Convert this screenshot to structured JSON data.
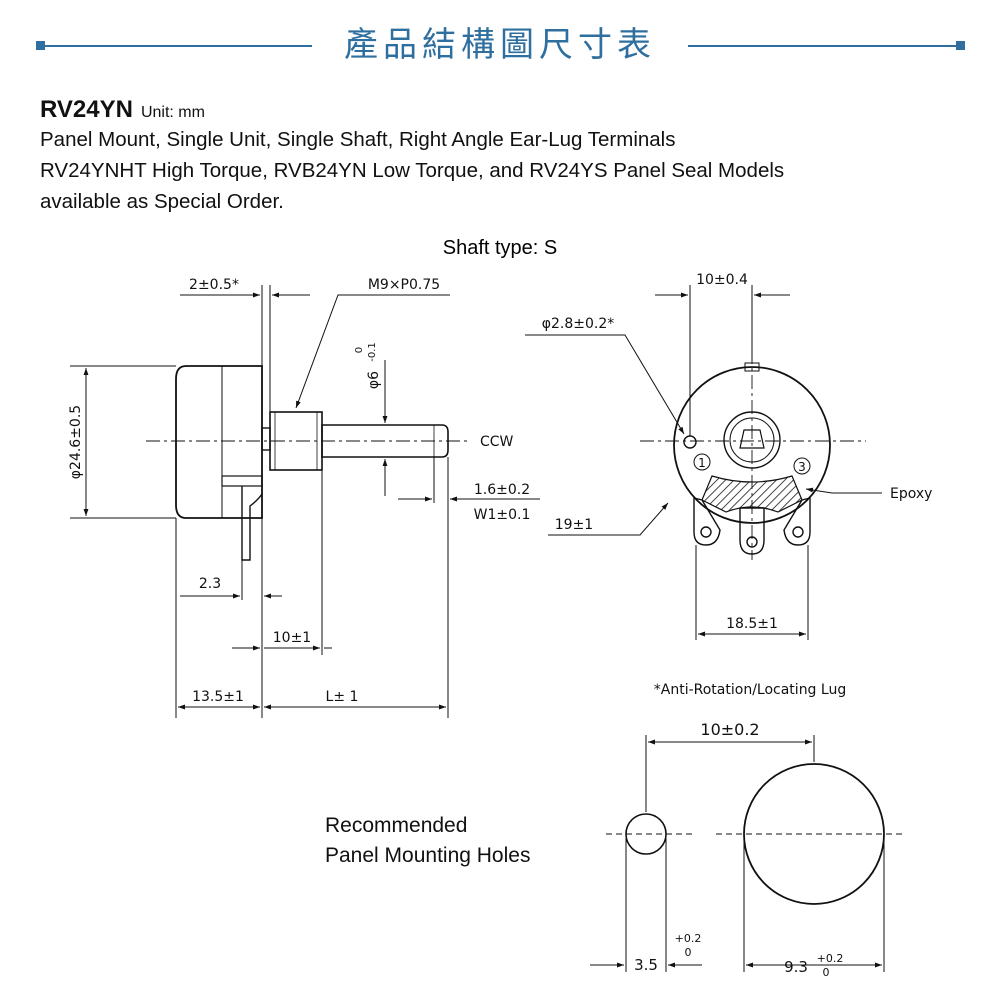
{
  "header": {
    "title": "產品結構圖尺寸表",
    "accent": "#2f6f9f"
  },
  "intro": {
    "model": "RV24YN",
    "unit": "Unit: mm",
    "line1": "Panel Mount, Single Unit, Single Shaft, Right Angle Ear-Lug Terminals",
    "line2": "RV24YNHT High Torque, RVB24YN Low Torque, and RV24YS Panel Seal Models",
    "line3": "available as Special Order."
  },
  "side_view": {
    "shaft_type": "Shaft type: S",
    "dim_lug": "2±0.5*",
    "dim_thread": "M9×P0.75",
    "dim_body_dia": "φ24.6±0.5",
    "dim_shaft_dia": "φ6",
    "dim_shaft_tol_upper": "0",
    "dim_shaft_tol_lower": "-0.1",
    "ccw": "CCW",
    "dim_slot_depth": "1.6±0.2",
    "dim_slot_width": "W1±0.1",
    "dim_terminal": "2.3",
    "dim_bushing": "10±1",
    "dim_body_len": "13.5±1",
    "dim_shaft_len": "L± 1"
  },
  "front_view": {
    "dim_offset": "10±0.4",
    "dim_hole": "φ2.8±0.2*",
    "dim_radius": "19±1",
    "epoxy": "Epoxy",
    "dim_terminal_span": "18.5±1",
    "term1": "1",
    "term3": "3",
    "note": "*Anti-Rotation/Locating Lug"
  },
  "mounting": {
    "label1": "Recommended",
    "label2": "Panel Mounting Holes",
    "dim_spacing": "10±0.2",
    "dim_small": "3.5",
    "small_tol_upper": "+0.2",
    "small_tol_lower": "0",
    "dim_large": "9.3",
    "large_tol_upper": "+0.2",
    "large_tol_lower": "0"
  }
}
